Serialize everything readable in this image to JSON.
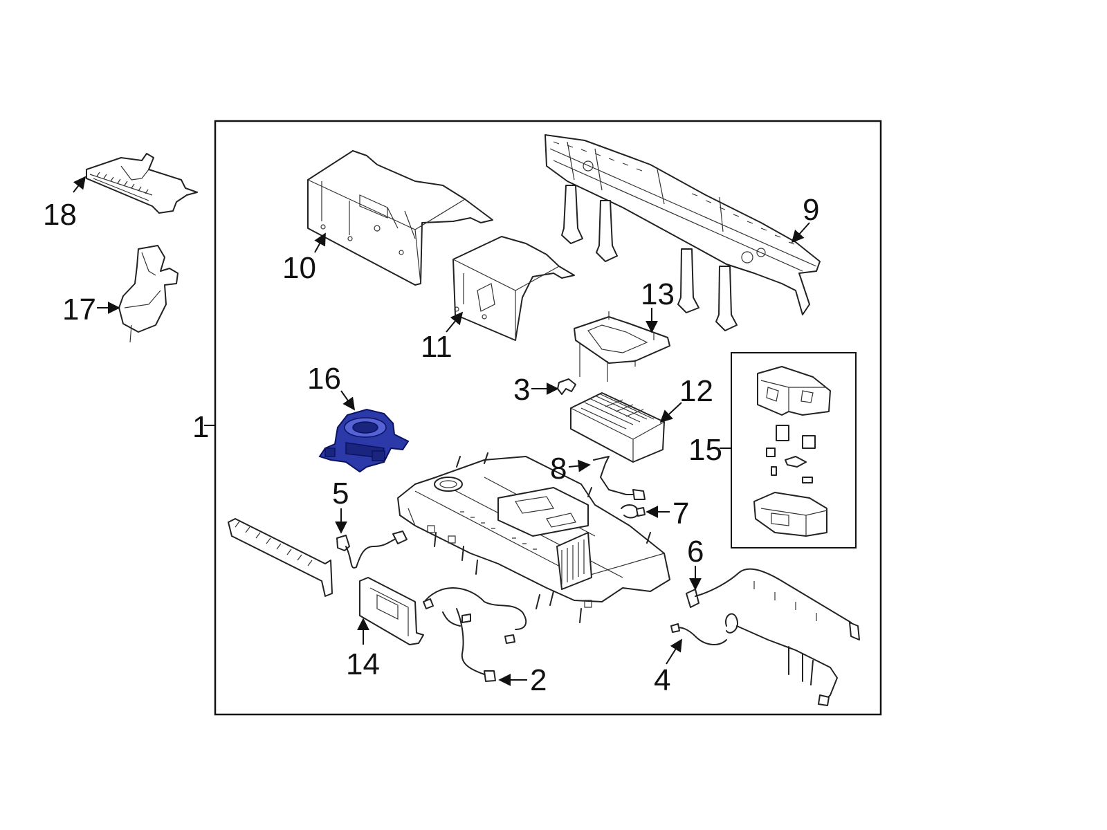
{
  "diagram": {
    "accent_color": "#2b3aa8",
    "highlighted_part": "16",
    "callouts": {
      "c1": "1",
      "c2": "2",
      "c3": "3",
      "c4": "4",
      "c5": "5",
      "c6": "6",
      "c7": "7",
      "c8": "8",
      "c9": "9",
      "c10": "10",
      "c11": "11",
      "c12": "12",
      "c13": "13",
      "c14": "14",
      "c15": "15",
      "c16": "16",
      "c17": "17",
      "c18": "18"
    }
  }
}
